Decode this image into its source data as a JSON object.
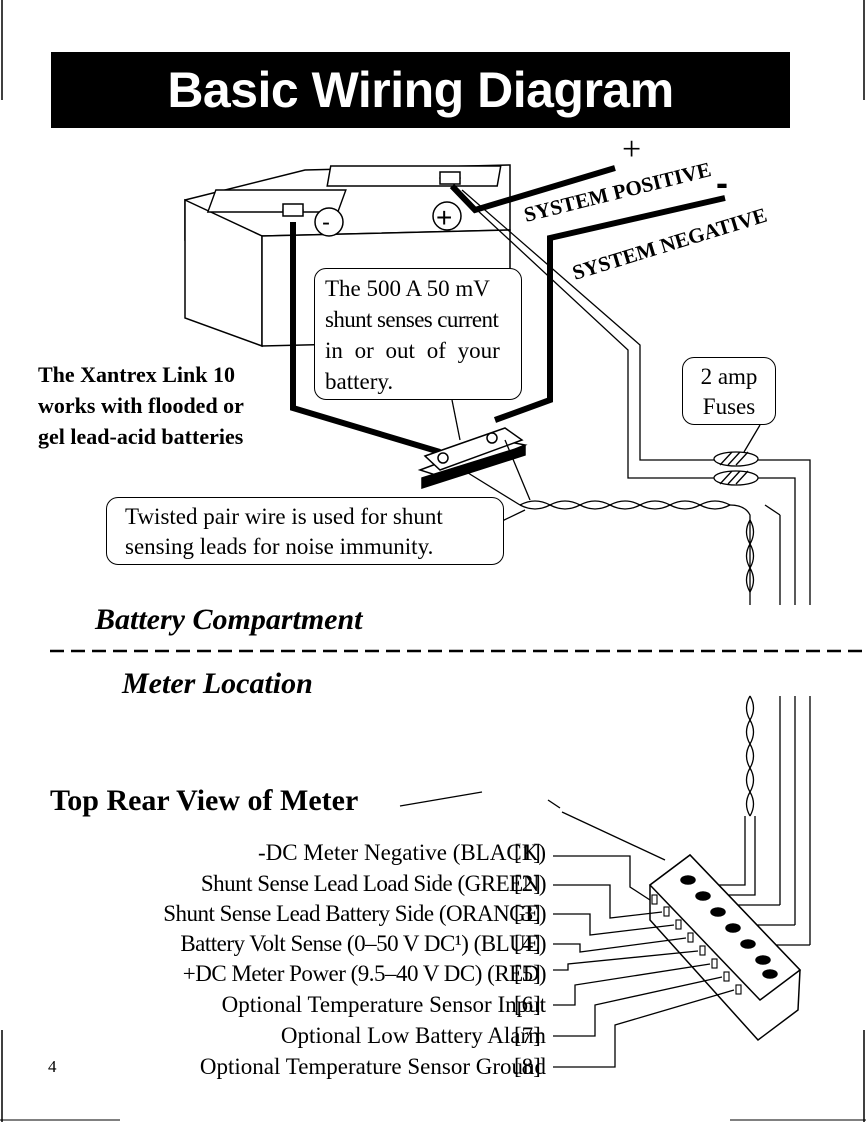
{
  "title": "Basic Wiring Diagram",
  "polarity": {
    "positive_symbol": "+",
    "negative_symbol": "-",
    "battery_negative": "-",
    "battery_positive": "+"
  },
  "wires": {
    "system_positive": "SYSTEM POSITIVE",
    "system_negative": "SYSTEM NEGATIVE"
  },
  "callouts": {
    "shunt": [
      "The 500 A 50 mV",
      "shunt senses current",
      "in or out of your",
      "battery."
    ],
    "twisted_pair": [
      "Twisted pair wire is used for shunt",
      "sensing leads for noise immunity."
    ],
    "fuses": [
      "2 amp",
      "Fuses"
    ]
  },
  "battery_note": [
    "The Xantrex Link 10",
    "works with flooded or",
    "gel lead-acid batteries"
  ],
  "sections": {
    "battery_compartment": "Battery Compartment",
    "meter_location": "Meter Location"
  },
  "meter_view": {
    "title": "Top Rear View of Meter"
  },
  "terminals": [
    {
      "label": "-DC Meter Negative (BLACK)",
      "number": "[1]"
    },
    {
      "label": "Shunt Sense Lead Load Side (GREEN)",
      "number": "[2]"
    },
    {
      "label": "Shunt Sense Lead Battery Side (ORANGE)",
      "number": "[3]"
    },
    {
      "label": "Battery Volt Sense (0–50 V DC¹) (BLUE)",
      "number": "[4]"
    },
    {
      "label": "+DC Meter Power (9.5–40 V DC) (RED)",
      "number": "[5]"
    },
    {
      "label": "Optional Temperature Sensor Input",
      "number": "[6]"
    },
    {
      "label": "Optional Low Battery Alarm",
      "number": "[7]"
    },
    {
      "label": "Optional Temperature Sensor Ground",
      "number": "[8]"
    }
  ],
  "page_number": "4"
}
